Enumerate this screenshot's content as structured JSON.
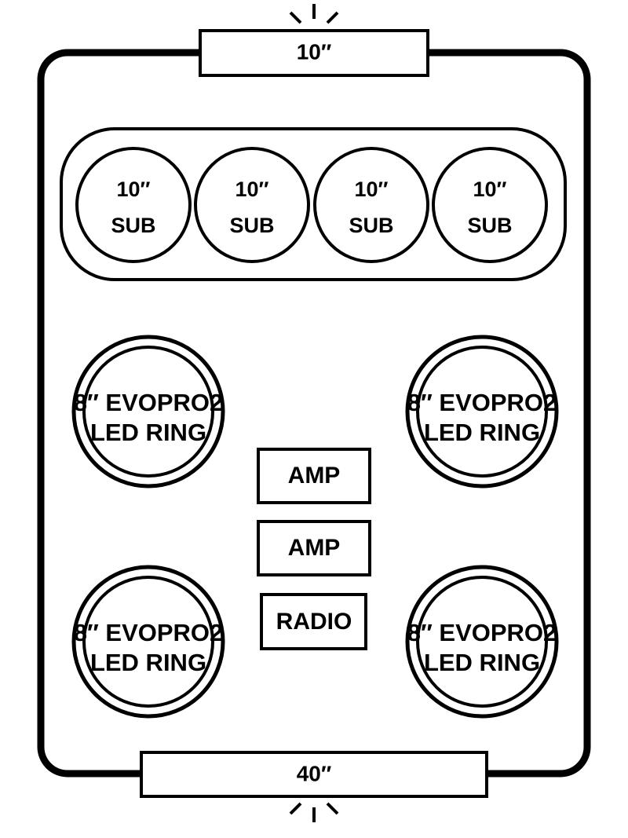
{
  "colors": {
    "stroke": "#000000",
    "background": "#ffffff"
  },
  "dimensions": {
    "top": "10″",
    "bottom": "40″"
  },
  "subwoofers": [
    {
      "size": "10″",
      "label": "SUB"
    },
    {
      "size": "10″",
      "label": "SUB"
    },
    {
      "size": "10″",
      "label": "SUB"
    },
    {
      "size": "10″",
      "label": "SUB"
    }
  ],
  "speakers": [
    {
      "line1": "8″ EVOPRO2",
      "line2": "LED RING"
    },
    {
      "line1": "8″ EVOPRO2",
      "line2": "LED RING"
    },
    {
      "line1": "8″ EVOPRO2",
      "line2": "LED RING"
    },
    {
      "line1": "8″ EVOPRO2",
      "line2": "LED RING"
    }
  ],
  "components": [
    {
      "label": "AMP"
    },
    {
      "label": "AMP"
    },
    {
      "label": "RADIO"
    }
  ]
}
